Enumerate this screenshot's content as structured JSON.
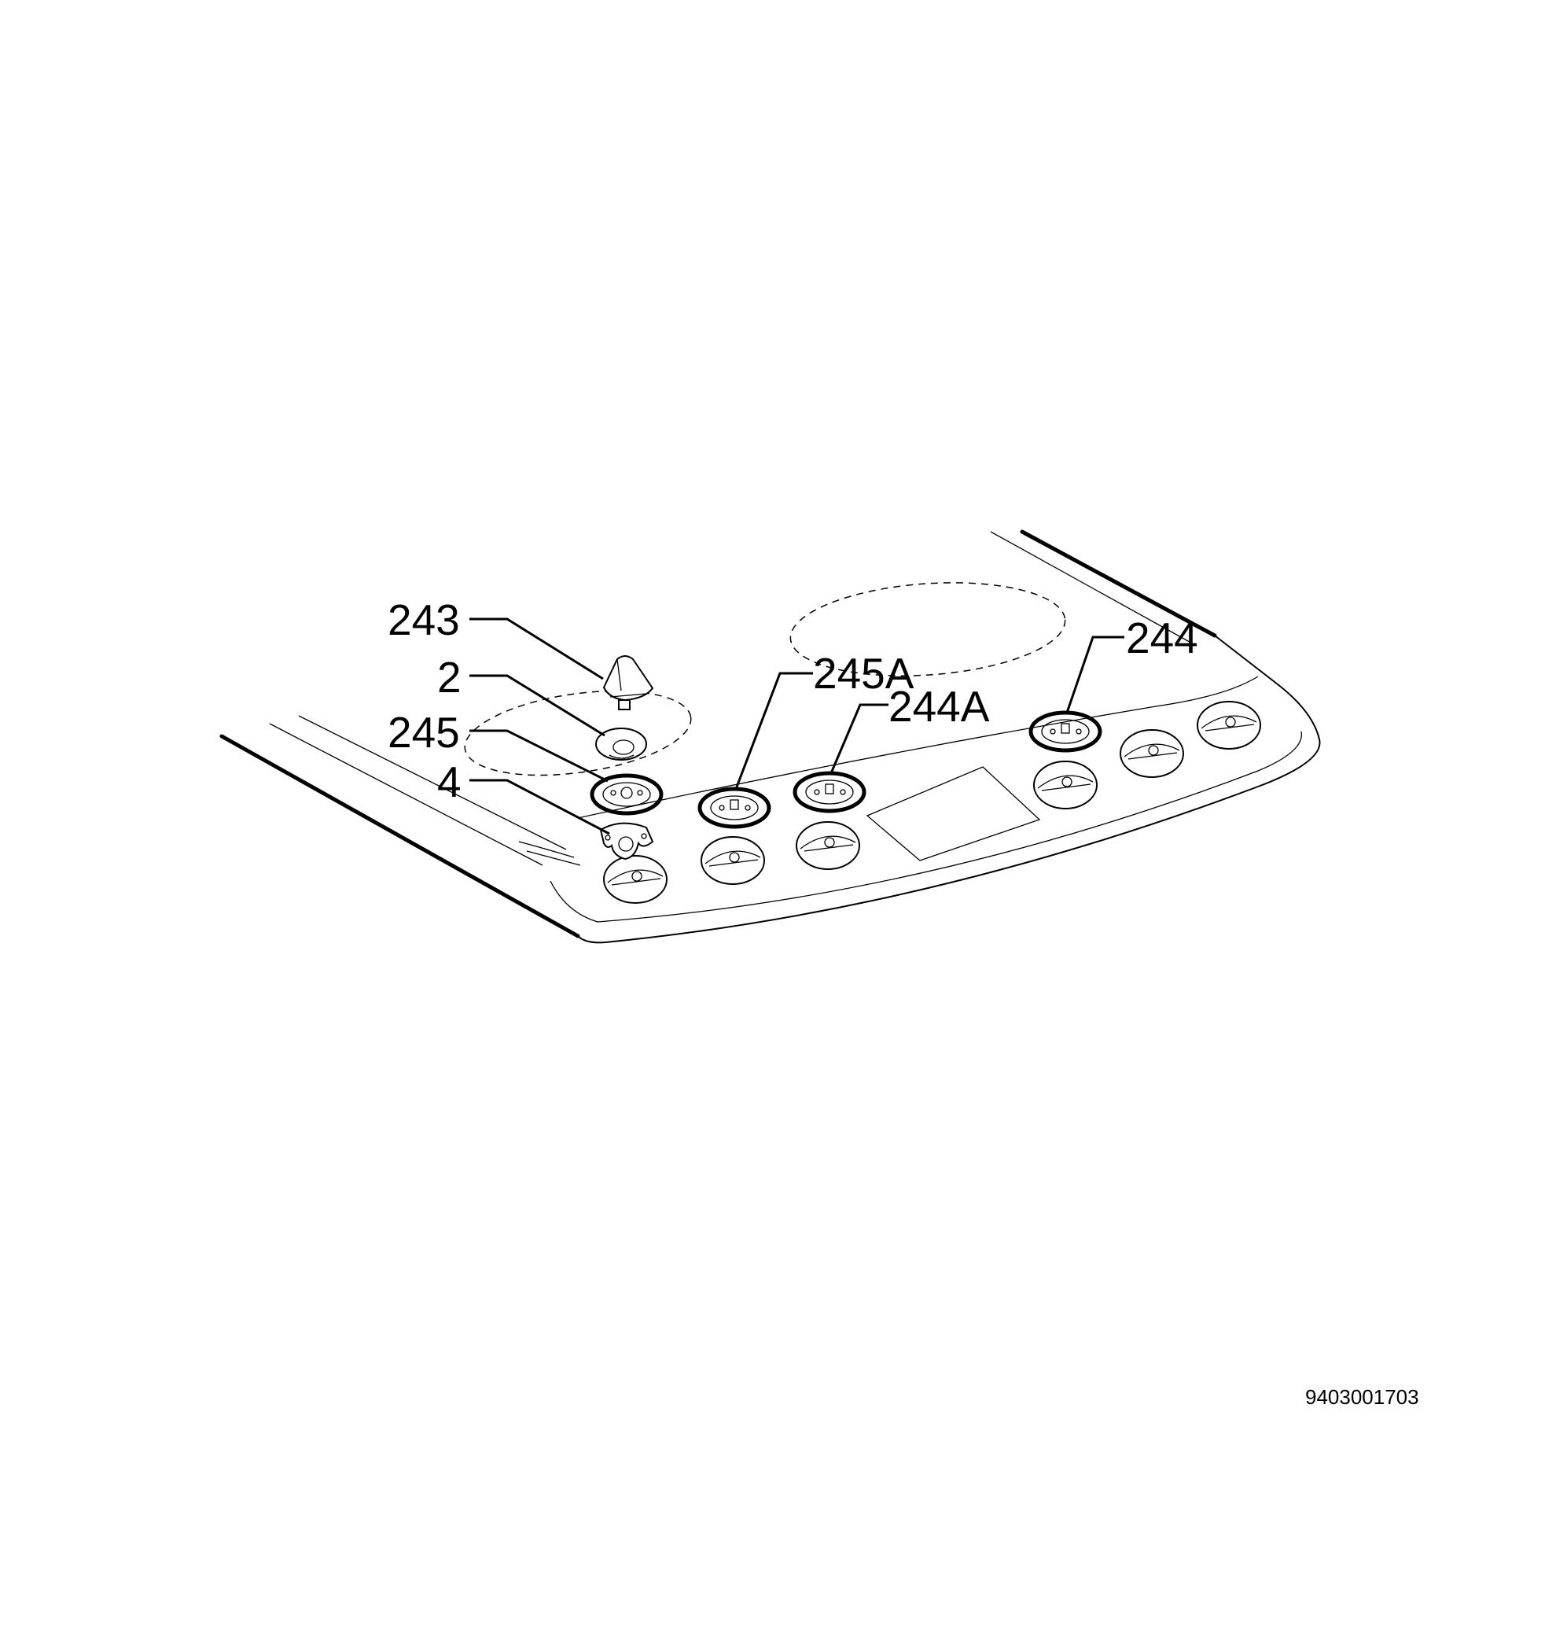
{
  "diagram": {
    "callouts": [
      {
        "id": "243",
        "label": "243"
      },
      {
        "id": "2",
        "label": "2"
      },
      {
        "id": "245",
        "label": "245"
      },
      {
        "id": "4",
        "label": "4"
      },
      {
        "id": "245A",
        "label": "245A"
      },
      {
        "id": "244A",
        "label": "244A"
      },
      {
        "id": "244",
        "label": "244"
      }
    ],
    "reference_number": "9403001703"
  }
}
